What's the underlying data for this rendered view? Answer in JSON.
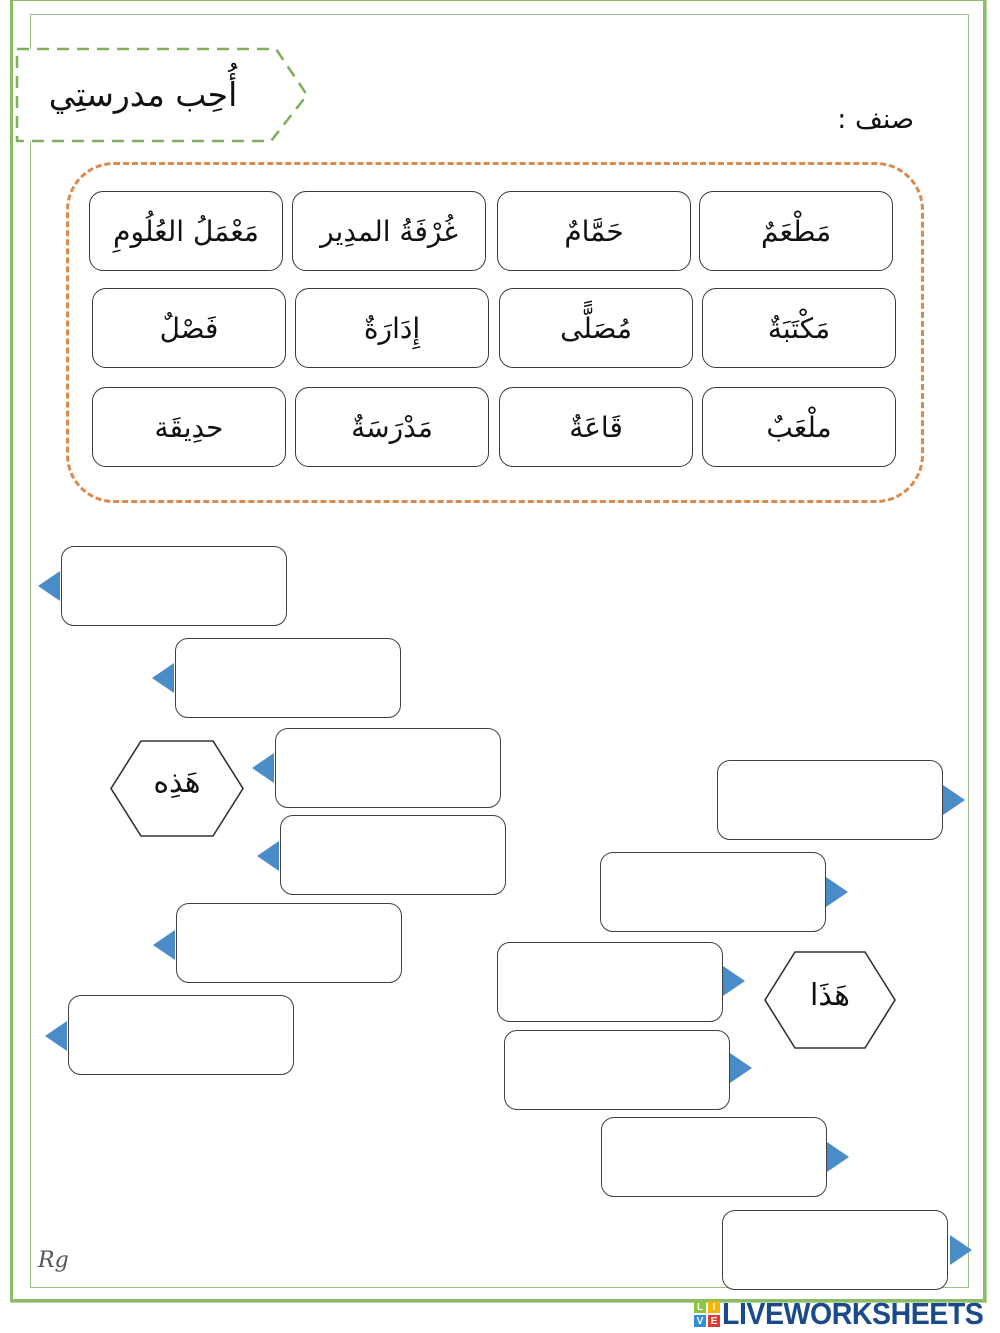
{
  "worksheet": {
    "title": "أُحِب مدرستِي",
    "class_label": "صنف :",
    "colors": {
      "frame_green": "#8dbb66",
      "title_dash_green": "#7fad5c",
      "word_area_dash_orange": "#d98a4c",
      "arrow_blue": "#4a8cc8",
      "box_border": "#3a3a3a"
    },
    "word_bank": {
      "rows": [
        [
          "مَطْعَمٌ",
          "حَمَّامٌ",
          "غُرْفَةُ المدِير",
          "مَعْمَلُ العُلُومِ"
        ],
        [
          "مَكْتَبَةٌ",
          "مُصَلًّى",
          "إِدَارَةٌ",
          "فَصْلٌ"
        ],
        [
          "ملْعَبٌ",
          "قَاعَةٌ",
          "مَدْرَسَةٌ",
          "حدِيقَة"
        ]
      ]
    },
    "groups": [
      {
        "pronoun": "هَذِه",
        "side": "left",
        "answer_count": 6,
        "answers": [
          "",
          "",
          "",
          "",
          "",
          ""
        ]
      },
      {
        "pronoun": "هَذَا",
        "side": "right",
        "answer_count": 6,
        "answers": [
          "",
          "",
          "",
          "",
          "",
          ""
        ]
      }
    ],
    "signature": "Rg",
    "watermark": {
      "blocks": [
        "L",
        "I",
        "V",
        "E"
      ],
      "text": "LIVEWORKSHEETS"
    }
  }
}
